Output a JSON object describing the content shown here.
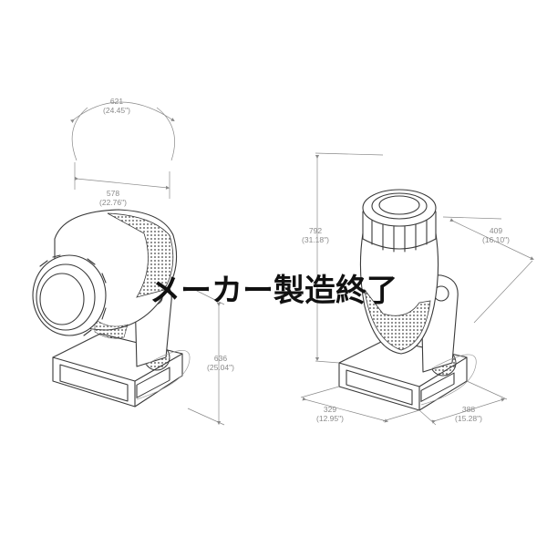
{
  "left_view": {
    "tilt_range": "621",
    "tilt_range_in": "(24.45\")",
    "width": "578",
    "width_in": "(22.76\")",
    "height": "636",
    "height_in": "(25.04\")"
  },
  "right_view": {
    "height": "792",
    "height_in": "(31.18\")",
    "depth": "409",
    "depth_in": "(16.10\")",
    "base_left": "329",
    "base_left_in": "(12.95\")",
    "base_right": "388",
    "base_right_in": "(15.28\")"
  },
  "overlay": {
    "text": "メーカー製造終了"
  }
}
